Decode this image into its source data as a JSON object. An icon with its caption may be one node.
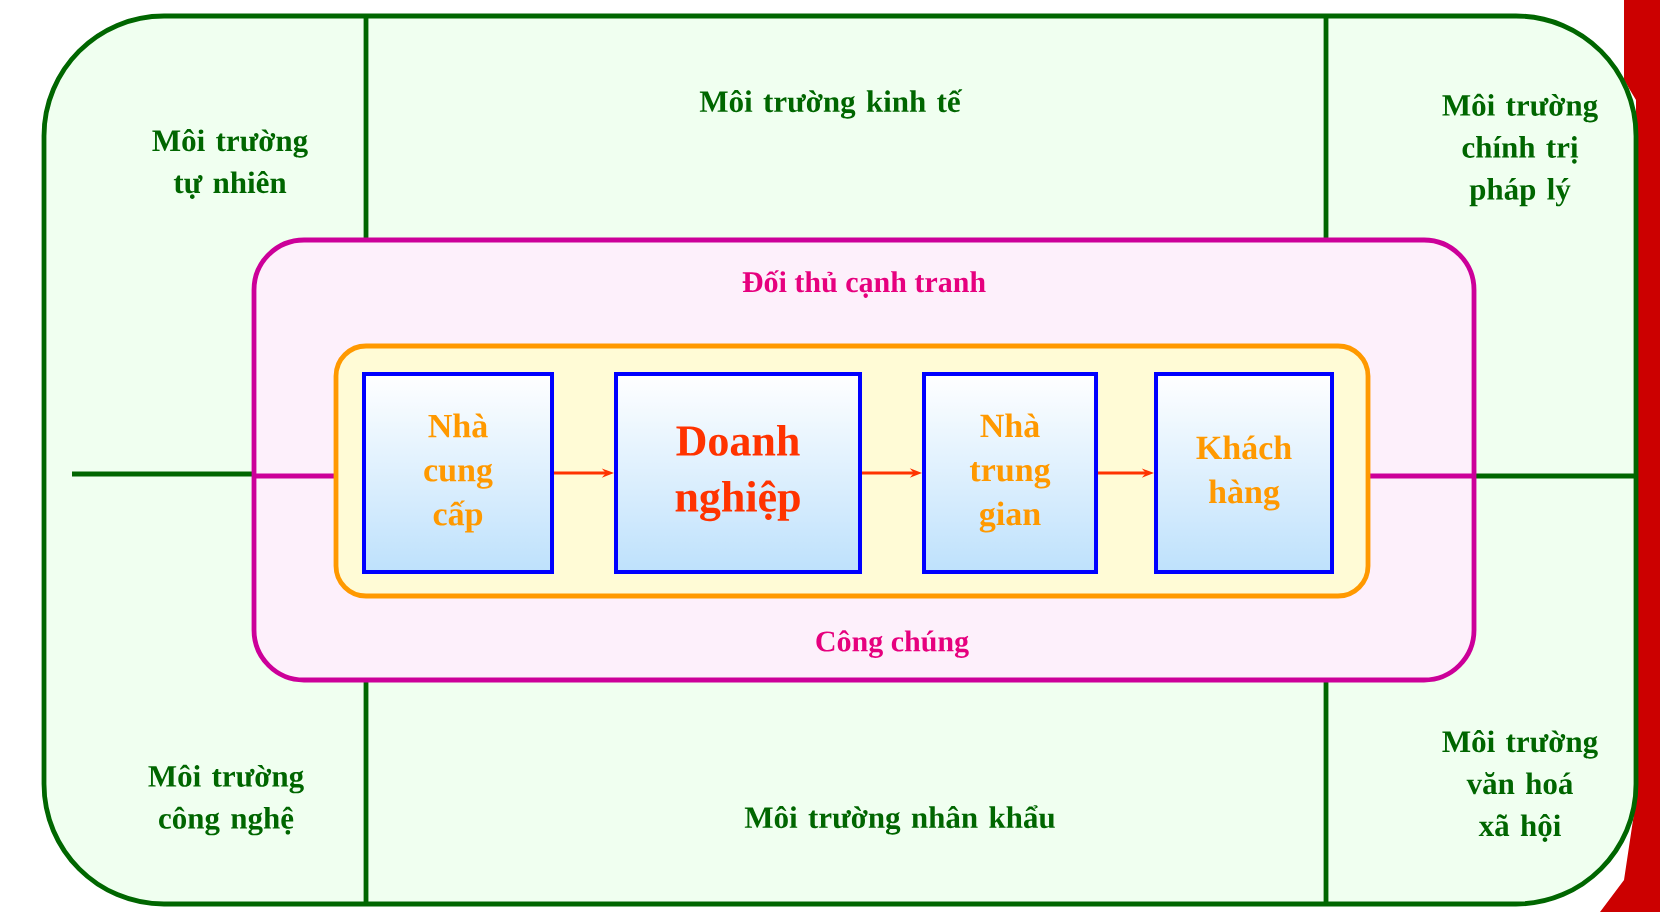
{
  "diagram": {
    "nodes": [
      {
        "text": [],
        "shape": "box"
      },
      {
        "text": [
          "Đối thủ cạnh tranh",
          "Công chúng"
        ],
        "in": 0
      },
      {
        "text": [],
        "shape": "box",
        "in": 1
      },
      {
        "text": [
          "Nhà cung cấp"
        ],
        "in": 2
      },
      {
        "text": [
          "Doanh nghiệp"
        ],
        "in": 2
      },
      {
        "text": [
          "Nhà trung gian"
        ],
        "in": 2
      },
      {
        "text": [
          "Khách hàng"
        ],
        "in": 2
      }
    ],
    "edges": [
      {
        "from": 3,
        "to": 4,
        "arrow": "to"
      },
      {
        "from": 4,
        "to": 5,
        "arrow": "to"
      },
      {
        "from": 5,
        "to": 6,
        "arrow": "to"
      }
    ],
    "labels": [
      "Môi trường tự nhiên",
      "Môi trường kinh tế",
      "Môi trường chính trị pháp lý",
      "Môi trường công nghệ",
      "Môi trường nhân khẩu",
      "Môi trường văn hoá xã hội"
    ]
  }
}
